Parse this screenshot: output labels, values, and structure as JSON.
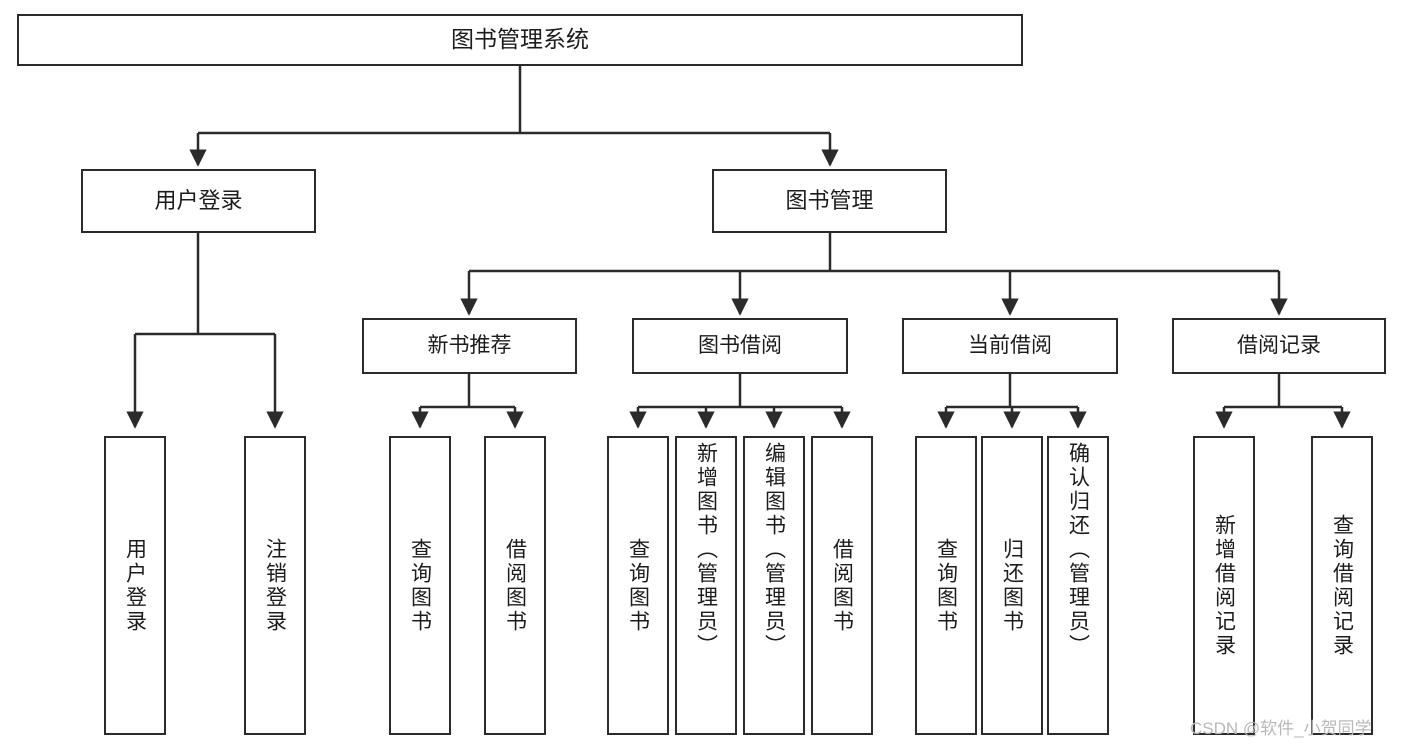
{
  "diagram": {
    "type": "hierarchy-tree",
    "title": "图书管理系统",
    "watermark": "CSDN @软件_小贺同学",
    "colors": {
      "box_border": "#2b2b2b",
      "box_fill": "#ffffff",
      "connector": "#2b2b2b",
      "text": "#1c1c1c",
      "watermark": "#b9b9b9"
    },
    "root": {
      "label": "图书管理系统"
    },
    "level2": [
      {
        "label": "用户登录"
      },
      {
        "label": "图书管理"
      }
    ],
    "level3": [
      {
        "label": "新书推荐"
      },
      {
        "label": "图书借阅"
      },
      {
        "label": "当前借阅"
      },
      {
        "label": "借阅记录"
      }
    ],
    "leaves": {
      "user_login": [
        {
          "label": "用户登录"
        },
        {
          "label": "注销登录"
        }
      ],
      "new_book_recommend": [
        {
          "label": "查询图书"
        },
        {
          "label": "借阅图书"
        }
      ],
      "book_borrow": [
        {
          "label": "查询图书"
        },
        {
          "label": "新增图书（管理员）"
        },
        {
          "label": "编辑图书（管理员）"
        },
        {
          "label": "借阅图书"
        }
      ],
      "current_borrow": [
        {
          "label": "查询图书"
        },
        {
          "label": "归还图书"
        },
        {
          "label": "确认归还（管理员）"
        }
      ],
      "borrow_record": [
        {
          "label": "新增借阅记录"
        },
        {
          "label": "查询借阅记录"
        }
      ]
    }
  }
}
